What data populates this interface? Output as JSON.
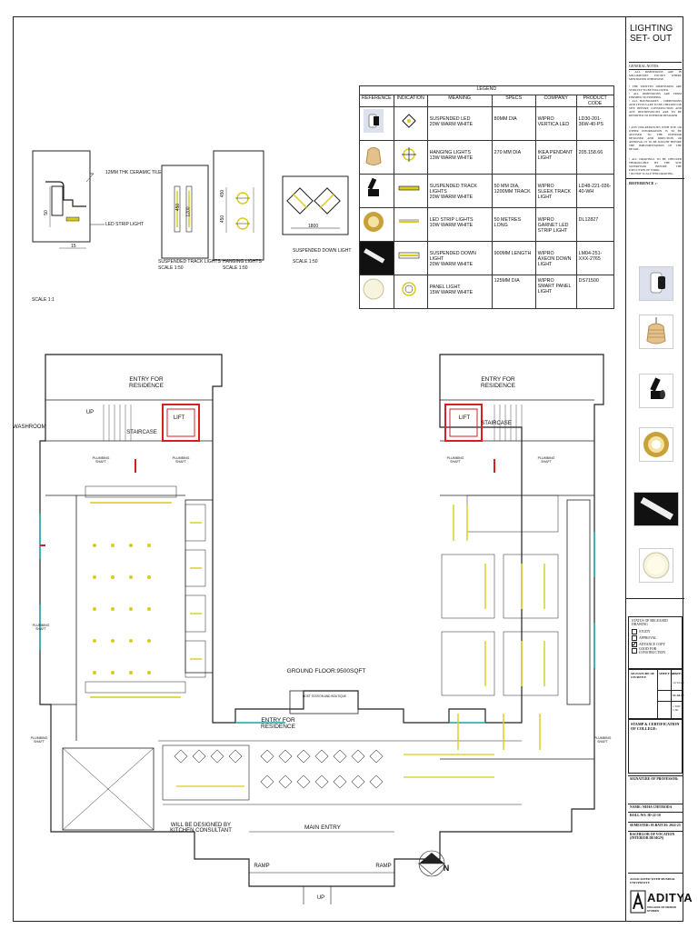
{
  "title_block": {
    "title_line1": "LIGHTING",
    "title_line2": "SET- OUT",
    "general_notes_heading": "GENERAL NOTES:",
    "notes": [
      "• ALL DIMENSIONS ARE IN MILLIMETRES EXCEPT WHERE MENTIONED OTHERWISE.",
      "• THE WRITTEN DIMENSIONS ARE STRICTLY TO BE FOLLOWED.",
      "• ALL DIMENSIONS ARE FROM FINISHED TO FINISHED.",
      "• ALL BOUNDARIES , DIMENSIONS AND LEVELS ARE TO BE CHECKED ON SITE BEFORE CONSTRUCTION AND ANY DISCREPANCIES ARE TO BE REPORTED TO INTERIOR DESIGNER",
      "• ANY DISCREPANCIES WITH SITE OR OTHER INFORMATION IS TO BE ADVISED TO THE INTERIOR DESIGNER AND DIRECTION OR APPROVAL IS TO BE SOUGHT BEFORE THE IMPLEMENTATION OF THE DETAIL.",
      "• ALL DRAWINGS TO BE CHECKED THOROUGHLY BY THE SITE SUPERVISOR BEFORE THE EXECUTION OF WORK.",
      "• DO NOT SCALE THIS DRAWING."
    ],
    "reference_heading": "REFERENCE :-",
    "status_heading": "STATUS OF RELEASED DRAWING",
    "status_items": [
      {
        "label": "STUDY",
        "checked": false
      },
      {
        "label": "APPROVAL",
        "checked": false
      },
      {
        "label": "ADVANCE COPY",
        "checked": true
      },
      {
        "label": "GOOD FOR CONSTRUCTION",
        "checked": false
      }
    ],
    "signature_student": "SIGNATURE OF STUDENT:",
    "sheet_no_label": "SHEET NO:",
    "date_label": "DATE:",
    "date_value": "12/12/24",
    "scale_label": "SCALE:",
    "scale_value": "1:100/ 1:50",
    "stamp_label": "STAMP & CERTIFICATION OF COLLEGE:",
    "signature_professor": "SIGNATURE OF PROFESSOR:",
    "name": "NAME: NEHA CHITRODA",
    "roll": "ROLL NO: ID-22-10",
    "semester": "SEMESTER: 05     BATCH: 2022-25",
    "course": "BACHELOR OF VOCATION (INTERIOR DESIGN)",
    "college_top": "ASSOCIATED WITH MUMBAI UNIVERSITY",
    "college_name": "ADITYA",
    "college_sub": "COLLEGE OF DESIGN STUDIES"
  },
  "legend": {
    "heading": "LEGEND",
    "columns": [
      "REFERENCE",
      "INDICATION",
      "MEANING",
      "SPECS",
      "COMPANY",
      "PRODUCT CODE"
    ],
    "rows": [
      {
        "meaning": "SUSPENDED LED\n20W WARM WHITE",
        "specs": "80MM DIA",
        "company": "WIPRO\nVERTICA LED",
        "code": "LD30-201-36W-40-PS"
      },
      {
        "meaning": "HANGING LIGHTS\n13W WARM WHITE",
        "specs": "270 MM DIA",
        "company": "IKEA PENDANT LIGHT",
        "code": "205.158.66"
      },
      {
        "meaning": "SUSPENDED TRACK LIGHTS\n20W WARM WHITE",
        "specs": "50 MM DIA, 1200MM TRACK",
        "company": "WIPRO\nSLEEK TRACK LIGHT",
        "code": "LD48-221-036-40-WH"
      },
      {
        "meaning": "LED STRIP LIGHTS\n10W WARM WHITE",
        "specs": "50 METRES LONG",
        "company": "WIPRO GARNET LED STRIP LIGHT",
        "code": "DL12827"
      },
      {
        "meaning": "SUSPENDED DOWN LIGHT\n20W WARM WHITE",
        "specs": "900MM LENGTH",
        "company": "WIPRO\nAXEON DOWN LIGHT",
        "code": "LM04-251-XXX-2765"
      },
      {
        "meaning": "PANEL LIGHT\n15W WARM WHITE",
        "specs": "125MM DIA",
        "company": "WIPRO\nSMART PANEL LIGHT",
        "code": "DS71500"
      }
    ]
  },
  "details": {
    "tile_label": "12MM THK CERAMIC TILE",
    "strip_label": "LED STRIP LIGHT",
    "scale_1_1": "SCALE 1:1",
    "dim_50": "50",
    "dim_15": "15",
    "track_title": "SUSPENDED TRACK LIGHTS",
    "track_scale": "SCALE 1:50",
    "track_dim1": "450",
    "track_dim2": "1200",
    "hanging_title": "HANGING LIGHTS",
    "hanging_scale": "SCALE 1:50",
    "hanging_dim1": "450",
    "hanging_dim2": "450",
    "down_title": "SUSPENDED DOWN LIGHT",
    "down_scale": "SCALE 1:50",
    "down_dim": "1800"
  },
  "plan": {
    "entry_residence": "ENTRY FOR\nRESIDENCE",
    "lift": "LIFT",
    "staircase": "STAIRCASE",
    "washroom": "WASHROOM",
    "plumbing": "PLUMBING\nSHAFT",
    "up": "UP",
    "ground_floor": "GROUND FLOOR:9500SQFT",
    "host_station": "HOST STATION AND BOUTIQUE",
    "kitchen": "WILL BE DESIGNED BY\nKITCHEN CONSULTANT",
    "main_entry": "MAIN ENTRY",
    "ramp": "RAMP",
    "north": "N"
  },
  "colors": {
    "lift_red": "#d62020",
    "light_yellow": "#d9cc1c",
    "wall": "#222222",
    "teal": "#1aa4a8"
  }
}
